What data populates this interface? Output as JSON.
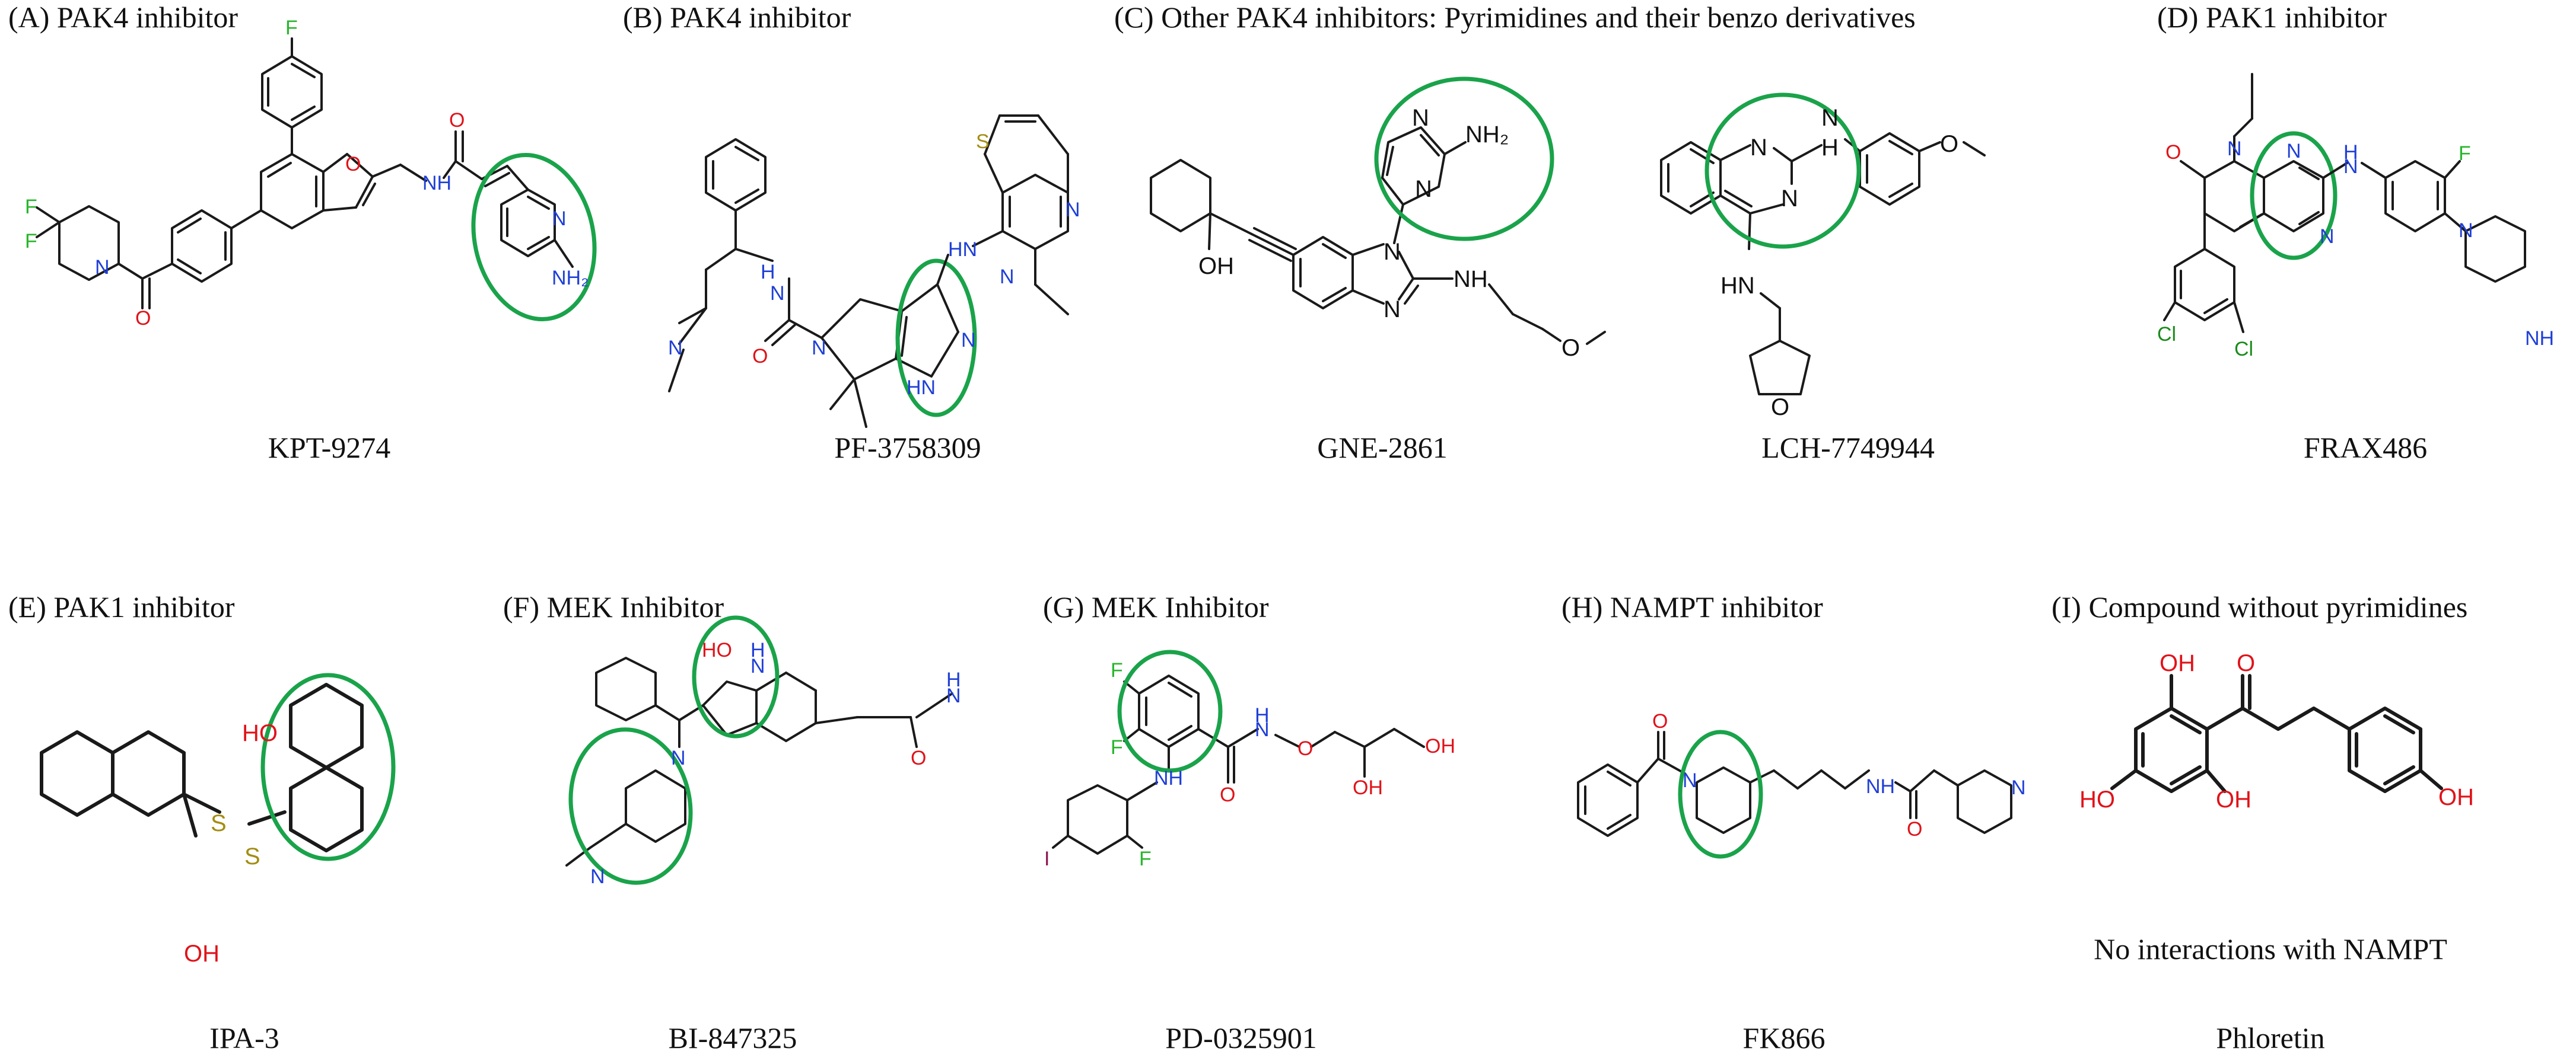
{
  "colors": {
    "bond": "#1a1a1a",
    "highlight": "#1aa34a",
    "nitrogen": "#1f3fd6",
    "oxygen": "#e0131a",
    "fluorine": "#27b62c",
    "sulfur": "#a38d12",
    "chlorine": "#1a8c1a",
    "iodine": "#8c1550",
    "text": "#111111"
  },
  "atoms": {
    "N": "N",
    "O": "O",
    "F": "F",
    "S": "S",
    "Cl": "Cl",
    "I": "I",
    "NH": "NH",
    "HN": "HN",
    "NH2": "NH₂",
    "H": "H",
    "HO": "HO",
    "OH": "OH"
  },
  "panels": [
    {
      "key": "A",
      "label": "(A) PAK4 inhibitor",
      "compound": "KPT-9274"
    },
    {
      "key": "B",
      "label": "(B) PAK4 inhibitor",
      "compound": "PF-3758309"
    },
    {
      "key": "C",
      "label": "(C) Other PAK4 inhibitors: Pyrimidines and their benzo derivatives",
      "compounds": [
        "GNE-2861",
        "LCH-7749944"
      ]
    },
    {
      "key": "D",
      "label": "(D) PAK1 inhibitor",
      "compound": "FRAX486"
    },
    {
      "key": "E",
      "label": "(E) PAK1 inhibitor",
      "compound": "IPA-3"
    },
    {
      "key": "F",
      "label": "(F)   MEK Inhibitor",
      "compound": "BI-847325"
    },
    {
      "key": "G",
      "label": "(G) MEK Inhibitor",
      "compound": "PD-0325901"
    },
    {
      "key": "H",
      "label": "(H)  NAMPT inhibitor",
      "compound": "FK866"
    },
    {
      "key": "I",
      "label": "(I) Compound without pyrimidines",
      "compound": "Phloretin",
      "note": "No interactions with NAMPT"
    }
  ]
}
